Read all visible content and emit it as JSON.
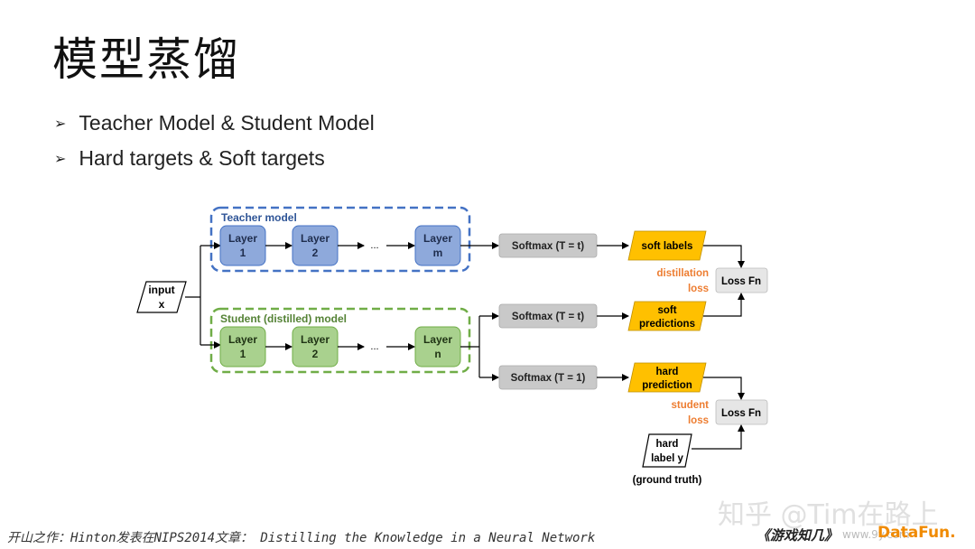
{
  "slide": {
    "title": "模型蒸馏",
    "bullets": [
      "Teacher Model & Student Model",
      "Hard targets & Soft targets"
    ]
  },
  "diagram": {
    "input": [
      "input",
      "x"
    ],
    "teacher": {
      "group_label": "Teacher model",
      "layers": [
        [
          "Layer",
          "1"
        ],
        [
          "Layer",
          "2"
        ],
        [
          "Layer",
          "m"
        ]
      ],
      "ellipsis": "...",
      "softmax": "Softmax (T = t)",
      "output": "soft labels"
    },
    "student": {
      "group_label": "Student (distilled) model",
      "layers": [
        [
          "Layer",
          "1"
        ],
        [
          "Layer",
          "2"
        ],
        [
          "Layer",
          "n"
        ]
      ],
      "ellipsis": "...",
      "softmax_soft": "Softmax (T = t)",
      "soft_output": [
        "soft",
        "predictions"
      ],
      "softmax_hard": "Softmax (T = 1)",
      "hard_output": [
        "hard",
        "prediction"
      ]
    },
    "distillation_loss": [
      "distillation",
      "loss"
    ],
    "student_loss": [
      "student",
      "loss"
    ],
    "loss_fn_top": "Loss Fn",
    "loss_fn_bottom": "Loss Fn",
    "hard_label": [
      "hard",
      "label y"
    ],
    "ground_truth": "(ground truth)",
    "colors": {
      "teacher_fill": "#8ea9db",
      "teacher_stroke": "#4472c4",
      "teacher_text": "#2f5597",
      "student_fill": "#a9d18e",
      "student_stroke": "#70ad47",
      "student_text": "#548235",
      "softmax_fill": "#c9c9c9",
      "output_fill": "#ffc000",
      "loss_text": "#ed7d31"
    }
  },
  "footer": {
    "caption": "开山之作：Hinton发表在NIPS2014文章： Distilling the Knowledge in a Neural Network",
    "watermark": "知乎 @Tim在路上",
    "brand": "《游戏知几》",
    "brand_url": "www.9y.com",
    "brand2": "DataFun."
  }
}
